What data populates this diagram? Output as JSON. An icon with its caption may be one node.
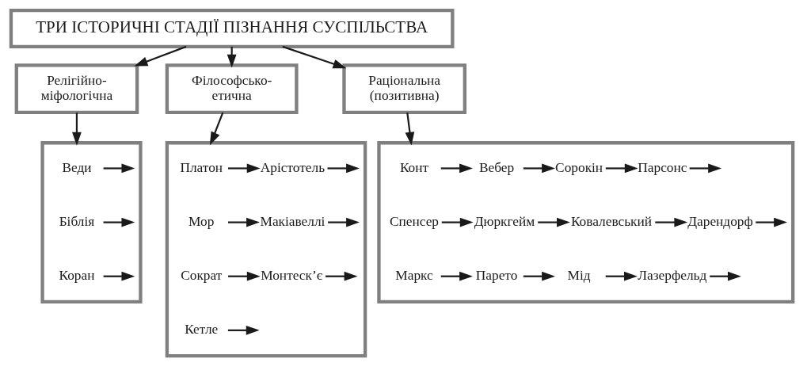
{
  "diagram": {
    "nodes": [
      {
        "text": [
          "ТРИ ІСТОРИЧНІ СТАДІЇ ПІЗНАННЯ СУСПІЛЬСТВА"
        ]
      },
      {
        "text": [
          "Релігійно- міфологічна"
        ]
      },
      {
        "text": [
          "Філософсько- етична"
        ]
      },
      {
        "text": [
          "Раціональна (позитивна)"
        ]
      },
      {
        "text": [],
        "shape": "box"
      },
      {
        "text": [
          "Веди"
        ],
        "in": 4
      },
      {
        "text": [
          "Біблія"
        ],
        "in": 4
      },
      {
        "text": [
          "Коран"
        ],
        "in": 4
      },
      {
        "text": [],
        "shape": "box"
      },
      {
        "text": [
          "Платон"
        ],
        "in": 8
      },
      {
        "text": [
          "Арістотель"
        ],
        "in": 8
      },
      {
        "text": [
          "Мор"
        ],
        "in": 8
      },
      {
        "text": [
          "Макіавеллі"
        ],
        "in": 8
      },
      {
        "text": [
          "Сократ"
        ],
        "in": 8
      },
      {
        "text": [
          "Монтеск’є"
        ],
        "in": 8
      },
      {
        "text": [
          "Кетле"
        ],
        "in": 8
      },
      {
        "text": [],
        "shape": "box"
      },
      {
        "text": [
          "Конт"
        ],
        "in": 16
      },
      {
        "text": [
          "Вебер"
        ],
        "in": 16
      },
      {
        "text": [
          "Сорокін"
        ],
        "in": 16
      },
      {
        "text": [
          "Парсонс"
        ],
        "in": 16
      },
      {
        "text": [
          "Спенсер"
        ],
        "in": 16
      },
      {
        "text": [
          "Дюркгейм"
        ],
        "in": 16
      },
      {
        "text": [
          "Ковалевський"
        ],
        "in": 16
      },
      {
        "text": [
          "Дарендорф"
        ],
        "in": 16
      },
      {
        "text": [
          "Маркс"
        ],
        "in": 16
      },
      {
        "text": [
          "Парето"
        ],
        "in": 16
      },
      {
        "text": [
          "Мід"
        ],
        "in": 16
      },
      {
        "text": [
          "Лазерфельд"
        ],
        "in": 16
      }
    ],
    "edges": [
      {
        "from": 0,
        "to": 1,
        "arrow": "to"
      },
      {
        "from": 0,
        "to": 2,
        "arrow": "to"
      },
      {
        "from": 0,
        "to": 3,
        "arrow": "to"
      },
      {
        "from": 1,
        "to": 4,
        "arrow": "to"
      },
      {
        "from": 2,
        "to": 8,
        "arrow": "to"
      },
      {
        "from": 3,
        "to": 16,
        "arrow": "to"
      },
      {
        "from": 5,
        "to": null,
        "arrow": "to"
      },
      {
        "from": 6,
        "to": null,
        "arrow": "to"
      },
      {
        "from": 7,
        "to": null,
        "arrow": "to"
      },
      {
        "from": 9,
        "to": 10,
        "arrow": "to"
      },
      {
        "from": 10,
        "to": null,
        "arrow": "to"
      },
      {
        "from": 11,
        "to": 12,
        "arrow": "to"
      },
      {
        "from": 12,
        "to": null,
        "arrow": "to"
      },
      {
        "from": 13,
        "to": 14,
        "arrow": "to"
      },
      {
        "from": 14,
        "to": null,
        "arrow": "to"
      },
      {
        "from": 15,
        "to": null,
        "arrow": "to"
      },
      {
        "from": 17,
        "to": 18,
        "arrow": "to"
      },
      {
        "from": 18,
        "to": 19,
        "arrow": "to"
      },
      {
        "from": 19,
        "to": 20,
        "arrow": "to"
      },
      {
        "from": 20,
        "to": null,
        "arrow": "to"
      },
      {
        "from": 21,
        "to": 22,
        "arrow": "to"
      },
      {
        "from": 22,
        "to": 23,
        "arrow": "to"
      },
      {
        "from": 23,
        "to": 24,
        "arrow": "to"
      },
      {
        "from": 24,
        "to": null,
        "arrow": "to"
      },
      {
        "from": 25,
        "to": 26,
        "arrow": "to"
      },
      {
        "from": 26,
        "to": 27,
        "arrow": "to"
      },
      {
        "from": 27,
        "to": 28,
        "arrow": "to"
      },
      {
        "from": 28,
        "to": null,
        "arrow": "to"
      }
    ]
  }
}
